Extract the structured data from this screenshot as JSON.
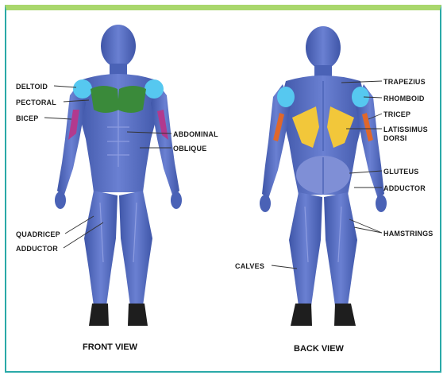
{
  "front": {
    "caption": "FRONT VIEW",
    "labels": {
      "deltoid": "DELTOID",
      "pectoral": "PECTORAL",
      "bicep": "BICEP",
      "abdominal": "ABDOMINAL",
      "oblique": "OBLIQUE",
      "quadricep": "QUADRICEP",
      "adductor": "ADDUCTOR"
    }
  },
  "back": {
    "caption": "BACK VIEW",
    "labels": {
      "trapezius": "TRAPEZIUS",
      "rhomboid": "RHOMBOID",
      "tricep": "TRICEP",
      "latissimus_1": "LATISSIMUS",
      "latissimus_2": "DORSI",
      "gluteus": "GLUTEUS",
      "adductor": "ADDUCTOR",
      "hamstrings": "HAMSTRINGS",
      "calves": "CALVES"
    }
  },
  "colors": {
    "border_top": "#a9d76c",
    "border": "#2aa9a8",
    "body": "#5a72c4",
    "body_dark": "#3f56a8",
    "muscle_light": "#7f8fd6",
    "deltoid": "#56c8f0",
    "pectoral": "#3a8a3a",
    "bicep": "#b23a8e",
    "tricep": "#e0672a",
    "latissimus": "#f2c73a",
    "shoe": "#1e1e1e"
  }
}
